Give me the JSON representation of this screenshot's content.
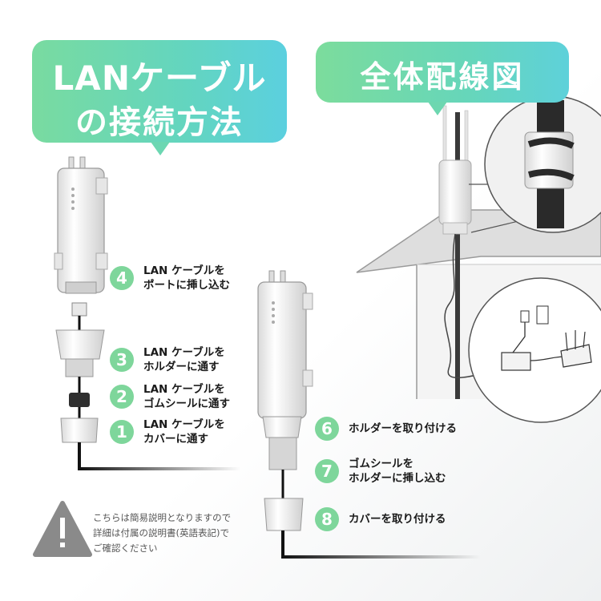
{
  "header_left": {
    "line1": "LANケーブル",
    "line2": "の接続方法"
  },
  "header_right": {
    "line1": "全体配線図"
  },
  "steps": [
    {
      "num": "4",
      "line1": "LAN ケーブルを",
      "line2": "ポートに挿し込む"
    },
    {
      "num": "3",
      "line1": "LAN ケーブルを",
      "line2": "ホルダーに通す"
    },
    {
      "num": "2",
      "line1": "LAN ケーブルを",
      "line2": "ゴムシールに通す"
    },
    {
      "num": "1",
      "line1": "LAN ケーブルを",
      "line2": "カバーに通す"
    },
    {
      "num": "6",
      "line1": "ホルダーを取り付ける"
    },
    {
      "num": "7",
      "line1": "ゴムシールを",
      "line2": "ホルダーに挿し込む"
    },
    {
      "num": "8",
      "line1": "カバーを取り付ける"
    }
  ],
  "notice": {
    "line1": "こちらは簡易説明となりますので",
    "line2": "詳細は付属の説明書(英語表記)で",
    "line3": "ご確認ください"
  },
  "colors": {
    "accent_green": "#7ed69b",
    "header_grad_start": "#79dba0",
    "header_grad_end": "#5bd0df",
    "warning_gray": "#8a8a8a"
  }
}
